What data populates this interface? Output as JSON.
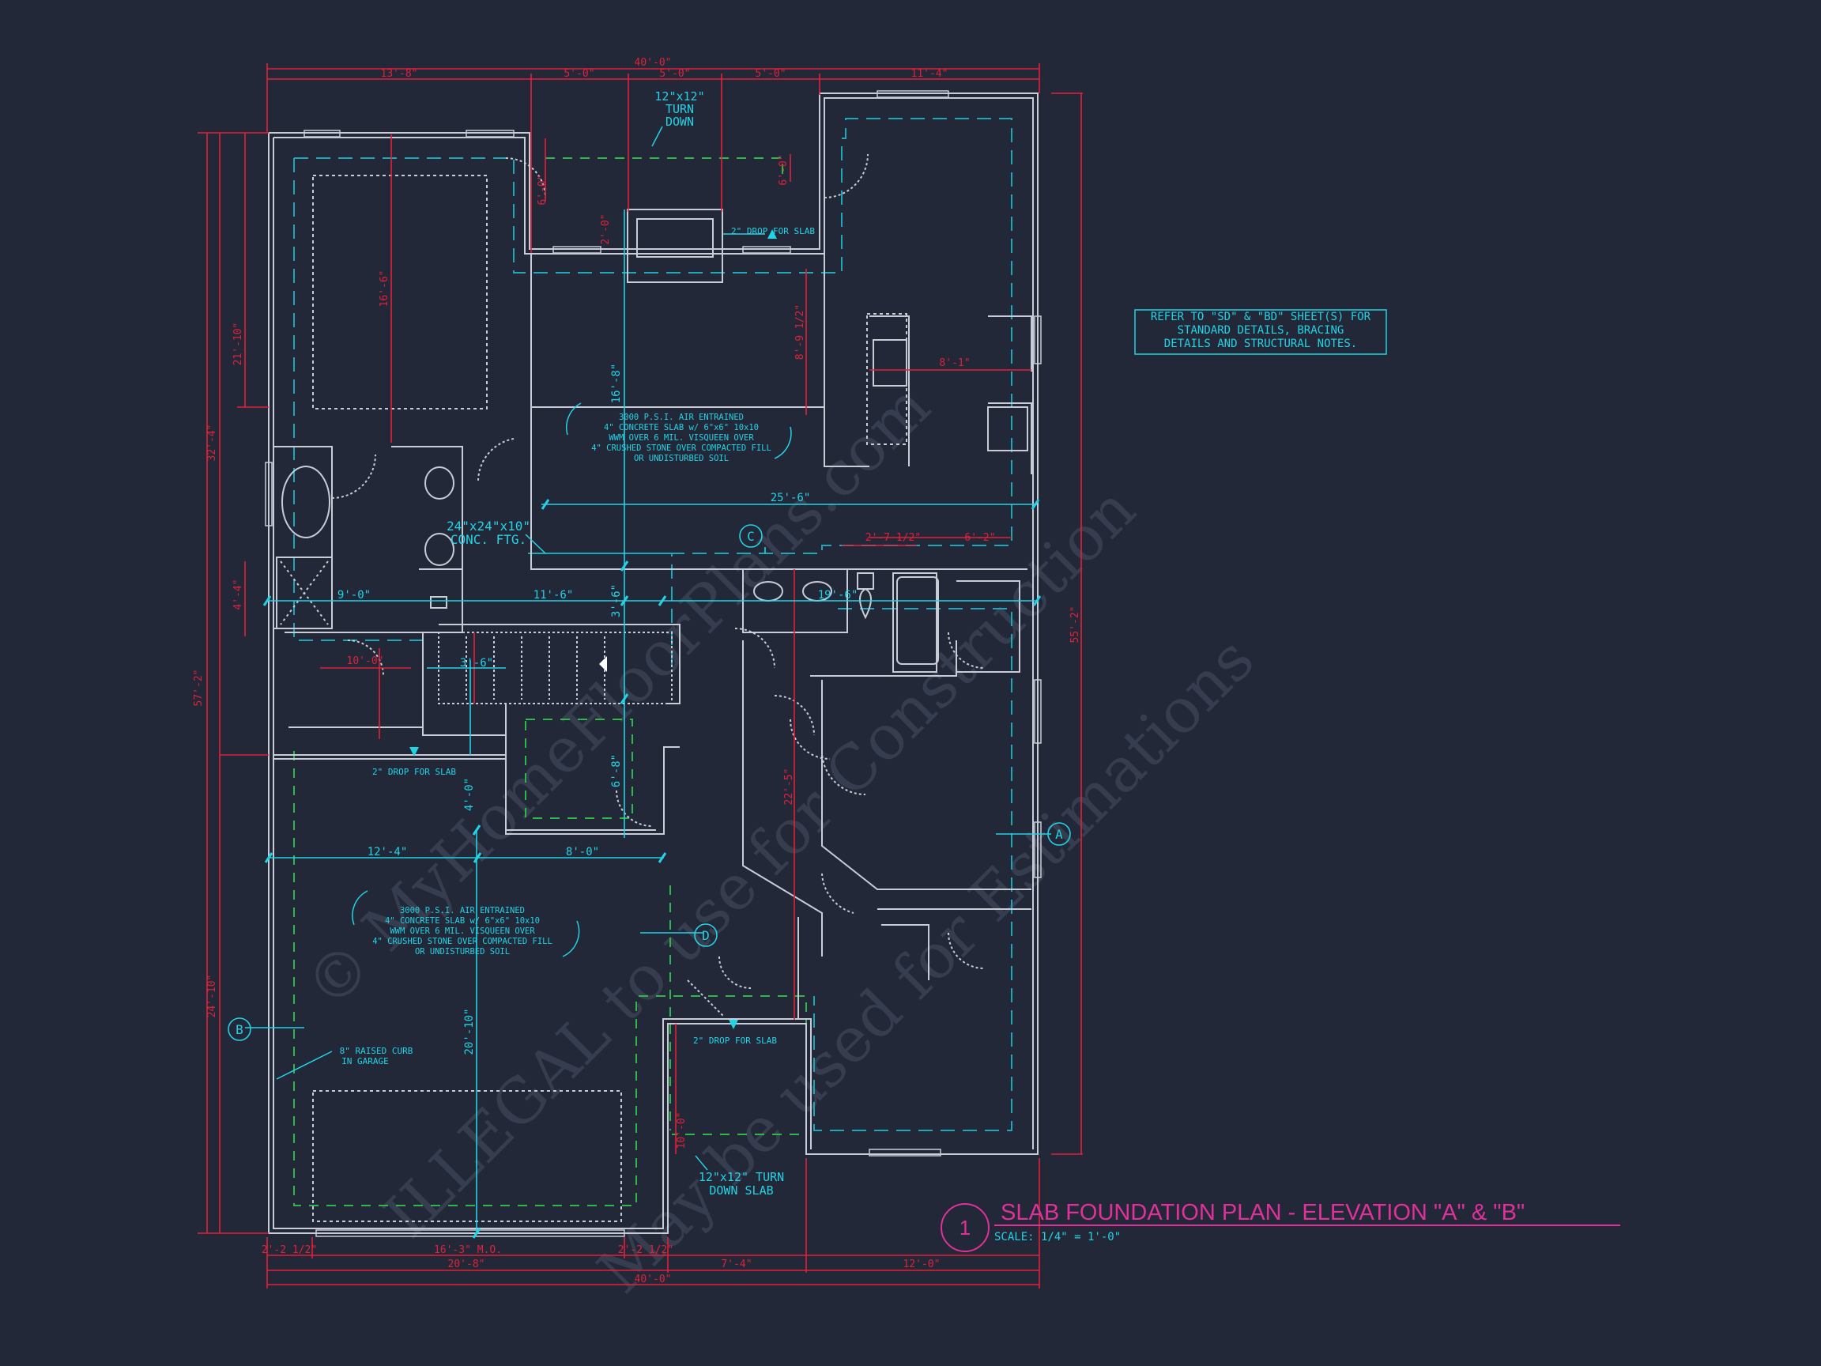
{
  "colors": {
    "background": "#232838",
    "wall": "#c8ccd6",
    "dimension": "#e0213a",
    "annotation": "#22d3e6",
    "footing": "#1fa6b8",
    "hidden": "#2fb84a",
    "title": "#e0319a",
    "watermark": "#3a4152"
  },
  "title_block": {
    "number": "1",
    "title": "SLAB FOUNDATION PLAN - ELEVATION \"A\" & \"B\"",
    "scale": "SCALE: 1/4\" = 1'-0\""
  },
  "general_note": {
    "line1": "REFER TO \"SD\" & \"BD\" SHEET(S) FOR",
    "line2": "STANDARD DETAILS, BRACING",
    "line3": "DETAILS AND STRUCTURAL NOTES."
  },
  "slab_note_house": {
    "line1": "3000 P.S.I. AIR ENTRAINED",
    "line2": "4\" CONCRETE SLAB w/ 6\"x6\" 10x10",
    "line3": "WWM OVER 6 MIL. VISQUEEN OVER",
    "line4": "4\" CRUSHED STONE OVER COMPACTED FILL",
    "line5": "OR UNDISTURBED SOIL"
  },
  "slab_note_garage": {
    "line1": "3000 P.S.I. AIR ENTRAINED",
    "line2": "4\" CONCRETE SLAB w/ 6\"x6\" 10x10",
    "line3": "WWM OVER 6 MIL. VISQUEEN OVER",
    "line4": "4\" CRUSHED STONE OVER COMPACTED FILL",
    "line5": "OR UNDISTURBED SOIL"
  },
  "callouts": {
    "turn_down_top_1": "12\"x12\"",
    "turn_down_top_2": "TURN",
    "turn_down_top_3": "DOWN",
    "drop_slab_top": "2\" DROP FOR SLAB",
    "drop_slab_mid": "2\" DROP FOR SLAB",
    "drop_slab_bottom": "2\" DROP FOR SLAB",
    "footing_1": "24\"x24\"x10\"",
    "footing_2": "CONC. FTG.",
    "raised_curb_1": "8\" RAISED CURB",
    "raised_curb_2": "IN GARAGE",
    "turn_down_bottom_1": "12\"x12\" TURN",
    "turn_down_bottom_2": "DOWN SLAB"
  },
  "grid_markers": {
    "a": "A",
    "b": "B",
    "c": "C",
    "d": "D"
  },
  "dimensions": {
    "top_overall": "40'-0\"",
    "top_1": "13'-8\"",
    "top_2": "5'-0\"",
    "top_3": "5'-0\"",
    "top_4": "5'-0\"",
    "top_5": "11'-4\"",
    "left_overall": "57'-2\"",
    "left_1": "21'-10\"",
    "left_2": "32'-4\"",
    "left_3": "4'-4\"",
    "left_4": "24'-10\"",
    "right_overall": "55'-2\"",
    "bottom_1": "2'-2 1/2\"",
    "bottom_2": "16'-3\" M.O.",
    "bottom_3": "2'-2 1/2\"",
    "bottom_4": "20'-8\"",
    "bottom_5": "7'-4\"",
    "bottom_6": "12'-0\"",
    "bottom_overall": "40'-0\"",
    "int_16_6": "16'-6\"",
    "int_16_8": "16'-8\"",
    "int_25_6": "25'-6\"",
    "int_9_0": "9'-0\"",
    "int_11_6": "11'-6\"",
    "int_19_6": "19'-6\"",
    "int_3_6": "3'-6\"",
    "int_3_6b": "3'-6\"",
    "int_6_0": "6'-0\"",
    "int_6_0b": "6'-0\"",
    "int_2_0": "2'-0\"",
    "int_8_9": "8'-9 1/2\"",
    "int_8_1": "8'-1\"",
    "int_2_7": "2'-7 1/2\"",
    "int_6_2": "6'-2\"",
    "int_10_0": "10'-0\"",
    "int_6_8": "6'-8\"",
    "int_4_0": "4'-0\"",
    "int_12_4": "12'-4\"",
    "int_8_0": "8'-0\"",
    "int_20_10": "20'-10\"",
    "int_22_5": "22'-5\"",
    "int_10_0b": "10'-0\""
  },
  "watermark": {
    "line1": "© MyHomeFloorPlans.com",
    "line2": "ILLEGAL to use for Construction",
    "line3": "May be used for Estimations"
  }
}
